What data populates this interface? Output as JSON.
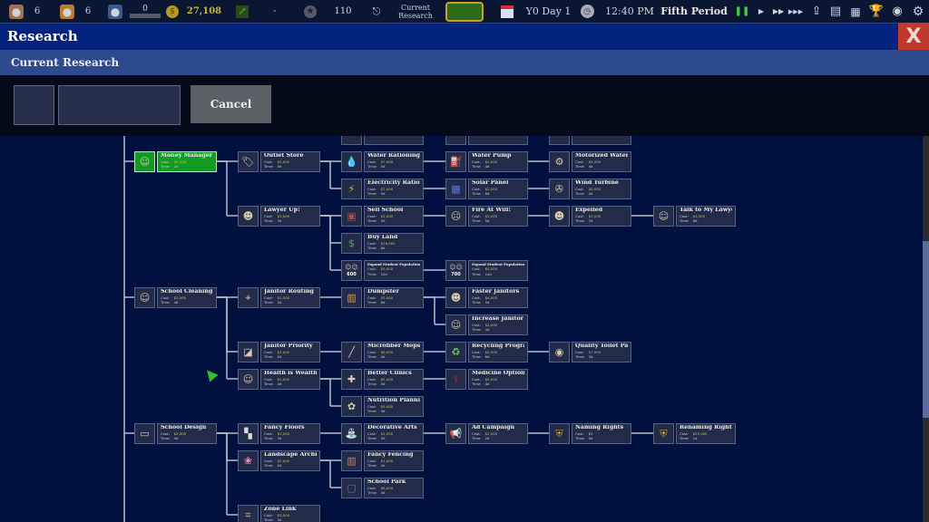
{
  "topbar": {
    "staff_count": "6",
    "teacher_count": "6",
    "student_count": "0",
    "money": "27,108",
    "trend": "-",
    "reputation": "110",
    "current_research_label": "Current Research",
    "year": "Y0",
    "day": "Day 1",
    "time": "12:40 PM",
    "period": "Fifth Period",
    "money_color": "#c8b43c"
  },
  "window": {
    "title": "Research",
    "close_label": "X",
    "subheader": "Current Research",
    "cancel_label": "Cancel"
  },
  "labels": {
    "cost": "Cost:",
    "time": "Time:"
  },
  "nodes": [
    {
      "id": "mm",
      "name": "Money Manager",
      "cost": "$2,500",
      "time": "2d",
      "icon": "person-icon",
      "selected": true
    },
    {
      "id": "os",
      "name": "Outlet Store",
      "cost": "$5,000",
      "time": "5d",
      "icon": "tag-icon",
      "parent": "mm"
    },
    {
      "id": "wr",
      "name": "Water Rationing",
      "cost": "$7,000",
      "time": "5d",
      "icon": "water-drop-icon",
      "parent": "os"
    },
    {
      "id": "wp",
      "name": "Water Pump",
      "cost": "$2,500",
      "time": "4d",
      "icon": "pump-icon",
      "parent": "wr"
    },
    {
      "id": "mwp",
      "name": "Motorized Water Pump",
      "cost": "$5,000",
      "time": "4d",
      "icon": "motor-pump-icon",
      "parent": "wp"
    },
    {
      "id": "er",
      "name": "Electricity Rationing",
      "cost": "$7,000",
      "time": "5d",
      "icon": "lightning-icon",
      "parent": "os"
    },
    {
      "id": "sp",
      "name": "Solar Panel",
      "cost": "$2,500",
      "time": "6d",
      "icon": "solar-panel-icon",
      "parent": "er"
    },
    {
      "id": "wt",
      "name": "Wind Turbine",
      "cost": "$5,000",
      "time": "4d",
      "icon": "wind-turbine-icon",
      "parent": "sp"
    },
    {
      "id": "lu",
      "name": "Lawyer Up!",
      "cost": "$3,000",
      "time": "5d",
      "icon": "lawyer-icon",
      "parent": "mm"
    },
    {
      "id": "ss",
      "name": "Sell School",
      "cost": "$2,000",
      "time": "5d",
      "icon": "sale-sign-icon",
      "parent": "lu"
    },
    {
      "id": "fw",
      "name": "Fire At Will!",
      "cost": "$5,000",
      "time": "5d",
      "icon": "fire-staff-icon",
      "parent": "ss"
    },
    {
      "id": "ex",
      "name": "Expelled",
      "cost": "$3,000",
      "time": "7d",
      "icon": "expel-icon",
      "parent": "fw"
    },
    {
      "id": "tl",
      "name": "Talk to My Lawyer!",
      "cost": "$3,000",
      "time": "6d",
      "icon": "lawyer-talk-icon",
      "parent": "ex"
    },
    {
      "id": "bl",
      "name": "Buy Land",
      "cost": "$16,000",
      "time": "6d",
      "icon": "dollar-icon",
      "parent": "lu"
    },
    {
      "id": "e6",
      "name": "Expand Student Population 600",
      "cost": "$5,000",
      "time": "10d",
      "icon": "students-icon",
      "badge": "600",
      "parent": "lu"
    },
    {
      "id": "e7",
      "name": "Expand Student Population 700",
      "cost": "$5,000",
      "time": "10d",
      "icon": "students-icon",
      "badge": "700",
      "parent": "e6"
    },
    {
      "id": "sc",
      "name": "School Cleaning",
      "cost": "$2,000",
      "time": "4d",
      "icon": "janitor-icon"
    },
    {
      "id": "jr",
      "name": "Janitor Routing",
      "cost": "$1,500",
      "time": "2d",
      "icon": "route-icon",
      "parent": "sc"
    },
    {
      "id": "du",
      "name": "Dumpster",
      "cost": "$3,000",
      "time": "6d",
      "icon": "dumpster-icon",
      "parent": "jr"
    },
    {
      "id": "fj",
      "name": "Faster Janitors",
      "cost": "$4,000",
      "time": "5d",
      "icon": "fast-janitor-icon",
      "parent": "du"
    },
    {
      "id": "ij",
      "name": "Increase Janitor Range",
      "cost": "$4,000",
      "time": "4d",
      "icon": "janitor-range-icon",
      "parent": "du"
    },
    {
      "id": "jp",
      "name": "Janitor Priority",
      "cost": "$1,000",
      "time": "2d",
      "icon": "priority-icon",
      "parent": "sc"
    },
    {
      "id": "mf",
      "name": "Microfiber Mops",
      "cost": "$6,000",
      "time": "4d",
      "icon": "mop-icon",
      "parent": "jp"
    },
    {
      "id": "rp",
      "name": "Recycling Program",
      "cost": "$2,500",
      "time": "6d",
      "icon": "recycle-icon",
      "parent": "mf"
    },
    {
      "id": "qt",
      "name": "Quality Toilet Paper",
      "cost": "$7,000",
      "time": "3d",
      "icon": "toilet-paper-icon",
      "parent": "rp"
    },
    {
      "id": "hw",
      "name": "Health is Wealth",
      "cost": "$2,000",
      "time": "4d",
      "icon": "health-person-icon",
      "parent": "sc"
    },
    {
      "id": "bc",
      "name": "Better Clinics",
      "cost": "$5,000",
      "time": "5d",
      "icon": "clinic-icon",
      "parent": "hw"
    },
    {
      "id": "mo",
      "name": "Medicine Options",
      "cost": "$5,000",
      "time": "4d",
      "icon": "medicine-icon",
      "parent": "bc"
    },
    {
      "id": "np",
      "name": "Nutrition Planning",
      "cost": "$5,000",
      "time": "4d",
      "icon": "food-icon",
      "parent": "hw"
    },
    {
      "id": "sd",
      "name": "School Design",
      "cost": "$2,000",
      "time": "5d",
      "icon": "design-icon"
    },
    {
      "id": "ff",
      "name": "Fancy Floors",
      "cost": "$2,000",
      "time": "5d",
      "icon": "floor-tile-icon",
      "parent": "sd"
    },
    {
      "id": "da",
      "name": "Decorative Arts",
      "cost": "$2,000",
      "time": "5d",
      "icon": "fountain-icon",
      "parent": "ff"
    },
    {
      "id": "ac",
      "name": "Ad Campaign",
      "cost": "$2,000",
      "time": "2d",
      "icon": "megaphone-icon",
      "parent": "da"
    },
    {
      "id": "nr",
      "name": "Naming Rights",
      "cost": "$0",
      "time": "5d",
      "icon": "crest-icon",
      "parent": "ac"
    },
    {
      "id": "rr",
      "name": "Renaming Rights",
      "cost": "$25,000",
      "time": "1d",
      "icon": "crest-icon",
      "parent": "nr"
    },
    {
      "id": "la",
      "name": "Landscape Architect",
      "cost": "$2,000",
      "time": "2d",
      "icon": "tree-icon",
      "parent": "sd"
    },
    {
      "id": "fc",
      "name": "Fancy Fencing",
      "cost": "$1,000",
      "time": "2d",
      "icon": "fence-icon",
      "parent": "la"
    },
    {
      "id": "pk",
      "name": "School Park",
      "cost": "$6,000",
      "time": "4d",
      "icon": "park-icon",
      "parent": "la"
    },
    {
      "id": "zl",
      "name": "Zone Link",
      "cost": "$3,000",
      "time": "3d",
      "icon": "zone-link-icon",
      "parent": "sd"
    }
  ]
}
